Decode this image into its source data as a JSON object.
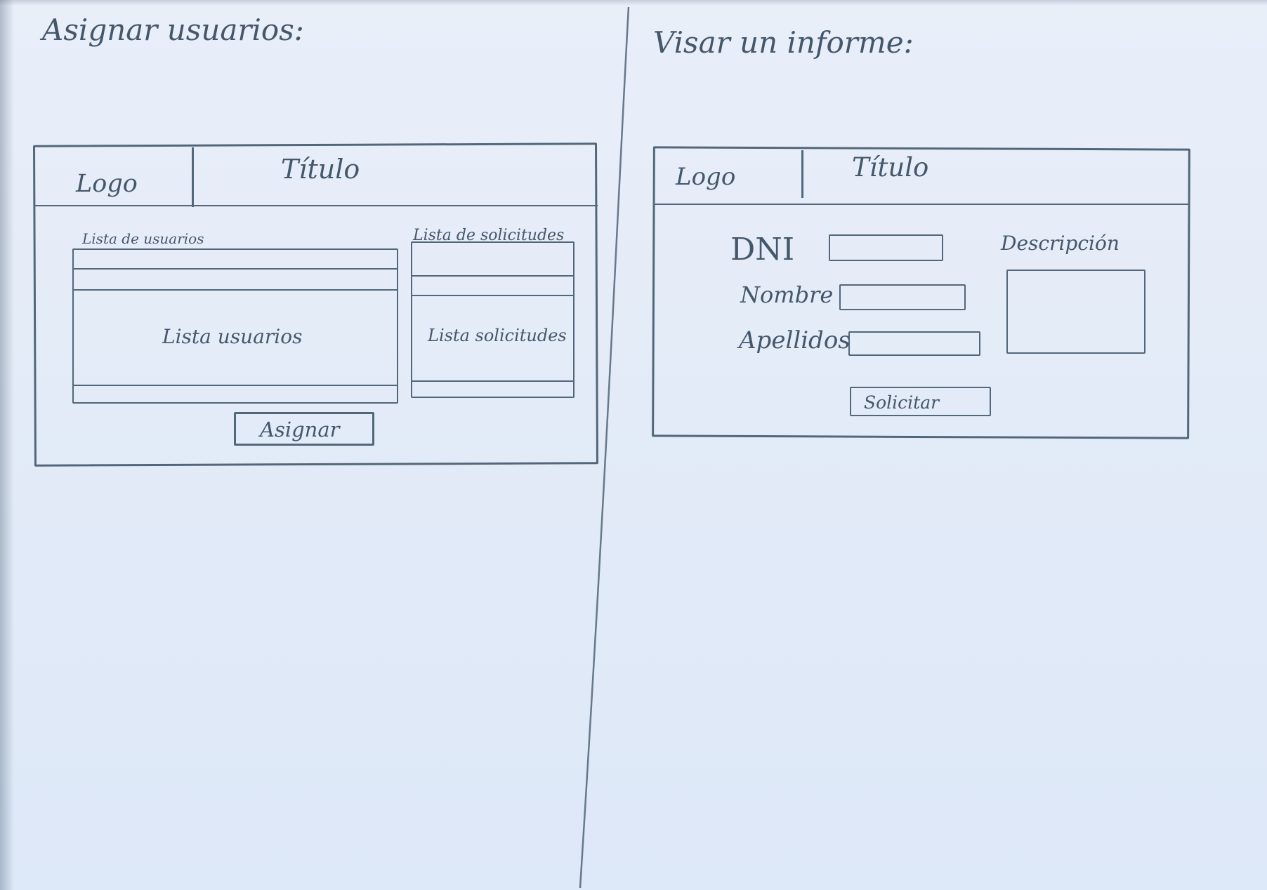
{
  "left_panel": {
    "heading": "Asignar usuarios:",
    "header": {
      "logo": "Logo",
      "title": "Título"
    },
    "users_list": {
      "label": "Lista de usuarios",
      "content": "Lista usuarios"
    },
    "requests_list": {
      "label": "Lista de solicitudes",
      "content": "Lista solicitudes"
    },
    "assign_button": "Asignar"
  },
  "right_panel": {
    "heading": "Visar un informe:",
    "header": {
      "logo": "Logo",
      "title": "Título"
    },
    "fields": {
      "dni": "DNI",
      "name": "Nombre",
      "surname": "Apellidos",
      "description": "Descripción"
    },
    "request_button": "Solicitar"
  },
  "theme": {
    "paper": "#e6eefb",
    "ink": "#53677a"
  }
}
